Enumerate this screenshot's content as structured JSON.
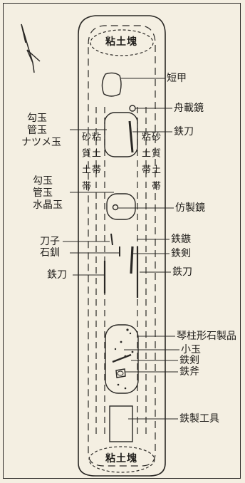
{
  "clay_top": "粘土塊",
  "clay_bottom": "粘土塊",
  "band_left_outer": "砂質土帯",
  "band_left_inner": "粘土帯",
  "band_right_inner": "粘土帯",
  "band_right_outer": "砂質土帯",
  "labels_right": {
    "tanko": "短甲",
    "funakami": "舟載鏡",
    "tekken1": "鉄刀",
    "bosei": "仿製鏡",
    "tetsuzoku": "鉄鏃",
    "tekken_sword1": "鉄剣",
    "tekken2": "鉄刀",
    "kotoji": "琴柱形石製品",
    "kodama": "小玉",
    "tekken_sword2": "鉄剣",
    "tetsufu": "鉄斧",
    "tetsusei": "鉄製工具"
  },
  "labels_left": {
    "g1_line1": "勾玉",
    "g1_line2": "管玉",
    "g1_line3": "ナツメ玉",
    "g2_line1": "勾玉",
    "g2_line2": "管玉",
    "g2_line3": "水晶玉",
    "tosu": "刀子",
    "sekisen": "石釧",
    "tekken3": "鉄刀"
  }
}
